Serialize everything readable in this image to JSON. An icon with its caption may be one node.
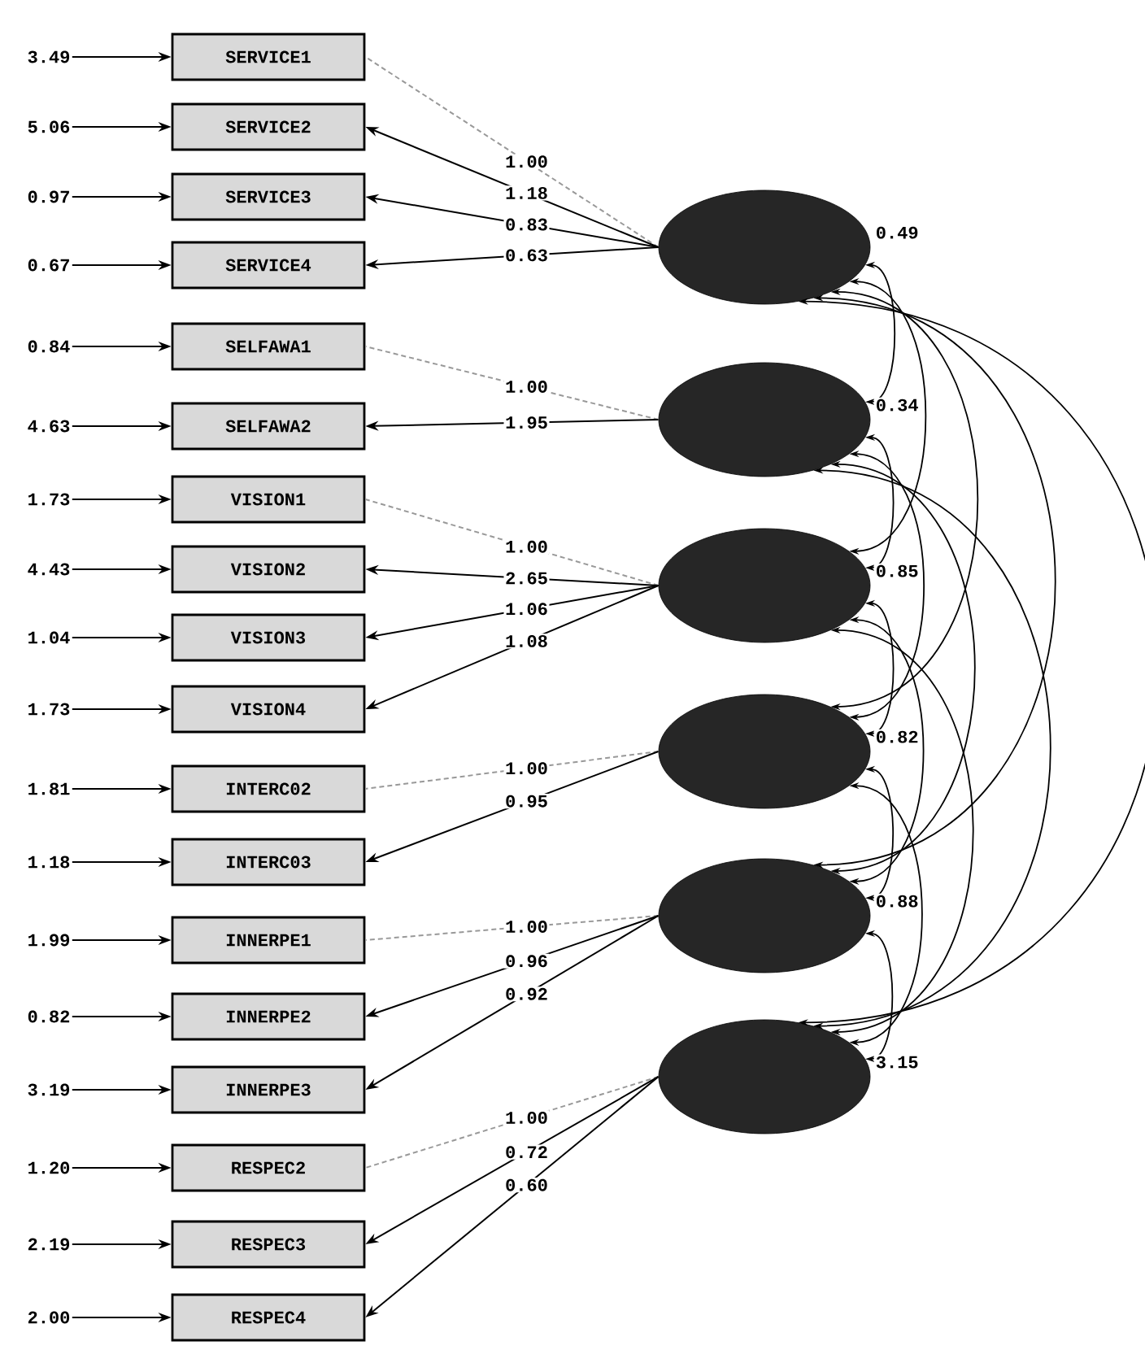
{
  "diagram": {
    "nodes": [
      {
        "text": [
          "SERVICE1"
        ]
      },
      {
        "text": [
          "SERVICE2"
        ]
      },
      {
        "text": [
          "SERVICE3"
        ]
      },
      {
        "text": [
          "SERVICE4"
        ]
      },
      {
        "text": [
          "SELFAWA1"
        ]
      },
      {
        "text": [
          "SELFAWA2"
        ]
      },
      {
        "text": [
          "VISION1"
        ]
      },
      {
        "text": [
          "VISION2"
        ]
      },
      {
        "text": [
          "VISION3"
        ]
      },
      {
        "text": [
          "VISION4"
        ]
      },
      {
        "text": [
          "INTERC02"
        ]
      },
      {
        "text": [
          "INTERC03"
        ]
      },
      {
        "text": [
          "INNERPE1"
        ]
      },
      {
        "text": [
          "INNERPE2"
        ]
      },
      {
        "text": [
          "INNERPE3"
        ]
      },
      {
        "text": [
          "RESPEC2"
        ]
      },
      {
        "text": [
          "RESPEC3"
        ]
      },
      {
        "text": [
          "RESPEC4"
        ]
      },
      {
        "text": [
          "3.49"
        ]
      },
      {
        "text": [
          "5.06"
        ]
      },
      {
        "text": [
          "0.97"
        ]
      },
      {
        "text": [
          "0.67"
        ]
      },
      {
        "text": [
          "0.84"
        ]
      },
      {
        "text": [
          "4.63"
        ]
      },
      {
        "text": [
          "1.73"
        ]
      },
      {
        "text": [
          "4.43"
        ]
      },
      {
        "text": [
          "1.04"
        ]
      },
      {
        "text": [
          "1.73"
        ]
      },
      {
        "text": [
          "1.81"
        ]
      },
      {
        "text": [
          "1.18"
        ]
      },
      {
        "text": [
          "1.99"
        ]
      },
      {
        "text": [
          "0.82"
        ]
      },
      {
        "text": [
          "3.19"
        ]
      },
      {
        "text": [
          "1.20"
        ]
      },
      {
        "text": [
          "2.19"
        ]
      },
      {
        "text": [
          "2.00"
        ]
      },
      {
        "text": [],
        "shape": "ellipse",
        "beside": [
          "0.49"
        ]
      },
      {
        "text": [],
        "shape": "ellipse",
        "beside": [
          "0.34"
        ]
      },
      {
        "text": [],
        "shape": "ellipse",
        "beside": [
          "0.85"
        ]
      },
      {
        "text": [],
        "shape": "ellipse",
        "beside": [
          "0.82"
        ]
      },
      {
        "text": [],
        "shape": "ellipse",
        "beside": [
          "0.88"
        ]
      },
      {
        "text": [],
        "shape": "ellipse",
        "beside": [
          "3.15"
        ]
      }
    ],
    "edges": [
      {
        "from": 18,
        "to": 0,
        "arrow": "to"
      },
      {
        "from": 19,
        "to": 1,
        "arrow": "to"
      },
      {
        "from": 20,
        "to": 2,
        "arrow": "to"
      },
      {
        "from": 21,
        "to": 3,
        "arrow": "to"
      },
      {
        "from": 22,
        "to": 4,
        "arrow": "to"
      },
      {
        "from": 23,
        "to": 5,
        "arrow": "to"
      },
      {
        "from": 24,
        "to": 6,
        "arrow": "to"
      },
      {
        "from": 25,
        "to": 7,
        "arrow": "to"
      },
      {
        "from": 26,
        "to": 8,
        "arrow": "to"
      },
      {
        "from": 27,
        "to": 9,
        "arrow": "to"
      },
      {
        "from": 28,
        "to": 10,
        "arrow": "to"
      },
      {
        "from": 29,
        "to": 11,
        "arrow": "to"
      },
      {
        "from": 30,
        "to": 12,
        "arrow": "to"
      },
      {
        "from": 31,
        "to": 13,
        "arrow": "to"
      },
      {
        "from": 32,
        "to": 14,
        "arrow": "to"
      },
      {
        "from": 33,
        "to": 15,
        "arrow": "to"
      },
      {
        "from": 34,
        "to": 16,
        "arrow": "to"
      },
      {
        "from": 35,
        "to": 17,
        "arrow": "to"
      },
      {
        "from": 36,
        "to": 0,
        "arrow": "none",
        "label": "1.00",
        "style": "dashed",
        "color": "#999999"
      },
      {
        "from": 36,
        "to": 1,
        "arrow": "to",
        "label": "1.18"
      },
      {
        "from": 36,
        "to": 2,
        "arrow": "to",
        "label": "0.83"
      },
      {
        "from": 36,
        "to": 3,
        "arrow": "to",
        "label": "0.63"
      },
      {
        "from": 37,
        "to": 4,
        "arrow": "none",
        "label": "1.00",
        "style": "dashed",
        "color": "#999999"
      },
      {
        "from": 37,
        "to": 5,
        "arrow": "to",
        "label": "1.95"
      },
      {
        "from": 38,
        "to": 6,
        "arrow": "none",
        "label": "1.00",
        "style": "dashed",
        "color": "#999999"
      },
      {
        "from": 38,
        "to": 7,
        "arrow": "to",
        "label": "2.65"
      },
      {
        "from": 38,
        "to": 8,
        "arrow": "to",
        "label": "1.06"
      },
      {
        "from": 38,
        "to": 9,
        "arrow": "to",
        "label": "1.08"
      },
      {
        "from": 39,
        "to": 10,
        "arrow": "none",
        "label": "1.00",
        "style": "dashed",
        "color": "#999999"
      },
      {
        "from": 39,
        "to": 11,
        "arrow": "to",
        "label": "0.95"
      },
      {
        "from": 40,
        "to": 12,
        "arrow": "none",
        "label": "1.00",
        "style": "dashed",
        "color": "#999999"
      },
      {
        "from": 40,
        "to": 13,
        "arrow": "to",
        "label": "0.96"
      },
      {
        "from": 40,
        "to": 14,
        "arrow": "to",
        "label": "0.92"
      },
      {
        "from": 41,
        "to": 15,
        "arrow": "none",
        "label": "1.00",
        "style": "dashed",
        "color": "#999999"
      },
      {
        "from": 41,
        "to": 16,
        "arrow": "to",
        "label": "0.72"
      },
      {
        "from": 41,
        "to": 17,
        "arrow": "to",
        "label": "0.60"
      },
      {
        "from": 36,
        "to": 37,
        "arrow": "both"
      },
      {
        "from": 36,
        "to": 38,
        "arrow": "both"
      },
      {
        "from": 36,
        "to": 39,
        "arrow": "both"
      },
      {
        "from": 36,
        "to": 40,
        "arrow": "both"
      },
      {
        "from": 36,
        "to": 41,
        "arrow": "both"
      },
      {
        "from": 37,
        "to": 38,
        "arrow": "both"
      },
      {
        "from": 37,
        "to": 39,
        "arrow": "both"
      },
      {
        "from": 37,
        "to": 40,
        "arrow": "both"
      },
      {
        "from": 37,
        "to": 41,
        "arrow": "both"
      },
      {
        "from": 38,
        "to": 39,
        "arrow": "both"
      },
      {
        "from": 38,
        "to": 40,
        "arrow": "both"
      },
      {
        "from": 38,
        "to": 41,
        "arrow": "both"
      },
      {
        "from": 39,
        "to": 40,
        "arrow": "both"
      },
      {
        "from": 39,
        "to": 41,
        "arrow": "both"
      },
      {
        "from": 40,
        "to": 41,
        "arrow": "both"
      }
    ]
  }
}
